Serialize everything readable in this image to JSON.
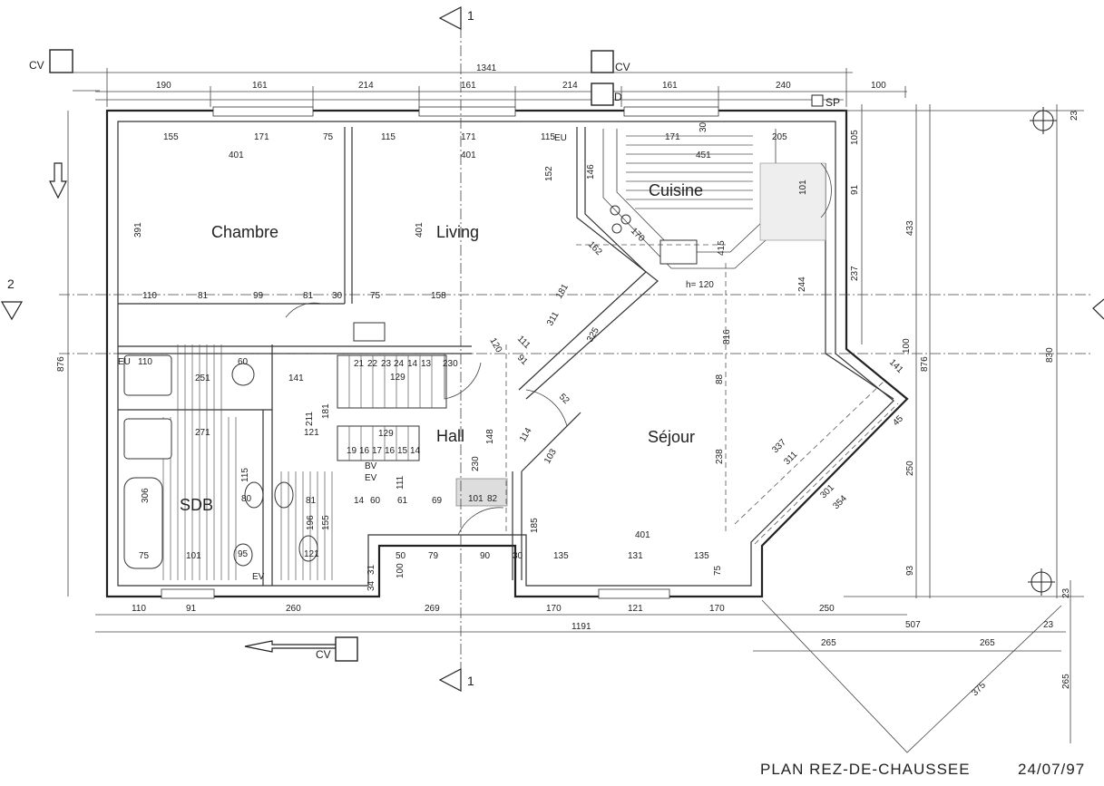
{
  "rooms": {
    "chambre": "Chambre",
    "living": "Living",
    "cuisine": "Cuisine",
    "hall": "Hall",
    "sejour": "Séjour",
    "sdb": "SDB"
  },
  "title_block": {
    "title": "PLAN REZ-DE-CHAUSSEE",
    "date": "24/07/97"
  },
  "section_marks": {
    "top": "1",
    "bottom": "1",
    "left": "2"
  },
  "fixtures": {
    "cv_top_left": "CV",
    "cv_top": "CV",
    "cv_bottom": "CV",
    "sp": "SP",
    "d": "D",
    "eu_top": "EU",
    "eu_sdb": "EU",
    "ev_sdb": "EV",
    "bv": "BV",
    "ev": "EV"
  },
  "dimensions": {
    "top_overall": "1341",
    "top_row": [
      "190",
      "161",
      "214",
      "161",
      "214",
      "161",
      "240",
      "100"
    ],
    "inner_top": [
      "155",
      "171",
      "75",
      "115",
      "171",
      "115",
      "171",
      "205"
    ],
    "inner_top2": [
      "401",
      "401",
      "451"
    ],
    "bottom_row": [
      "110",
      "91",
      "260",
      "269",
      "170",
      "121",
      "170",
      "250"
    ],
    "bottom_overall": "1191",
    "bottom_right": "507",
    "bottom_265a": "265",
    "bottom_265b": "265",
    "bottom_375": "375",
    "bottom_23": "23",
    "left_876": "876",
    "right_876": "876",
    "right_830": "830",
    "right_433": "433",
    "right_250": "250",
    "right_93": "93",
    "right_237": "237",
    "right_105": "105",
    "right_91": "91",
    "right_265": "265",
    "right_23a": "23",
    "right_23b": "23",
    "mid_row": [
      "110",
      "81",
      "99",
      "81",
      "30",
      "75",
      "158"
    ],
    "chambre_391": "391",
    "living_401": "401",
    "cuisine_415": "415",
    "cuisine_244": "244",
    "cuisine_101": "101",
    "cuisine_152": "152",
    "cuisine_146": "146",
    "cuisine_170": "170",
    "cuisine_h": "h= 120",
    "cuisine_30": "30",
    "sejour_816": "816",
    "sejour_88": "88",
    "sejour_238": "238",
    "sejour_401": "401",
    "sejour_bottom": [
      "135",
      "131",
      "135"
    ],
    "sejour_75": "75",
    "sejour_185": "185",
    "sejour_103": "103",
    "sejour_337": "337",
    "sejour_311": "311",
    "sejour_301": "301",
    "sejour_354": "354",
    "sejour_141": "141",
    "sejour_100": "100",
    "sejour_45": "45",
    "hall_148": "148",
    "hall_114": "114",
    "hall_230": "230",
    "hall_101": "101",
    "hall_82": "82",
    "hall_69": "69",
    "hall_79": "79",
    "hall_90": "90",
    "hall_30": "30",
    "diag_181": "181",
    "diag_311": "311",
    "diag_325": "325",
    "diag_162": "162",
    "diag_170": "170",
    "diag_111": "111",
    "diag_120": "120",
    "diag_91": "91",
    "diag_52": "52",
    "stairs": [
      "21",
      "22",
      "23",
      "24",
      "14",
      "13",
      "230",
      "129",
      "129",
      "19",
      "16",
      "17",
      "16",
      "15",
      "14"
    ],
    "sdb_271": "271",
    "sdb_251": "251",
    "sdb_306": "306",
    "sdb_75": "75",
    "sdb_101": "101",
    "sdb_115": "115",
    "sdb_80": "80",
    "sdb_95": "95",
    "sdb_121": "121",
    "sdb_196": "196",
    "sdb_155": "155",
    "sdb_81": "81",
    "sdb_60": "60",
    "sdb_110": "110",
    "sdb_141": "141",
    "sdb_211": "211",
    "sdb_181": "181",
    "sdb_121b": "121",
    "wc_100": "100",
    "wc_31": "31",
    "wc_34": "34",
    "wc_50": "50",
    "wc_61": "61",
    "wc_111": "111",
    "wc_60": "60",
    "wc_14": "14"
  }
}
